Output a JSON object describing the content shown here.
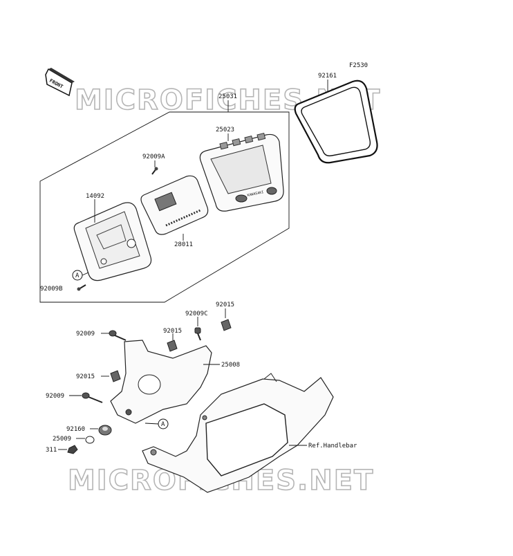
{
  "figure_code": "F2530",
  "front_tag": "FRONT",
  "watermark": "MICROFICHES.NET",
  "ref_label": "Ref.Handlebar",
  "callouts": {
    "p92161": "92161",
    "p25031": "25031",
    "p25023": "25023",
    "p92009A": "92009A",
    "p14092": "14092",
    "p28011": "28011",
    "p92009B": "92009B",
    "p92009C": "92009C",
    "p92015a": "92015",
    "p92009a": "92009",
    "p92015b": "92015",
    "p25008": "25008",
    "p92015c": "92015",
    "p92009b": "92009",
    "p92160": "92160",
    "p25009": "25009",
    "p311": "311"
  },
  "markers": {
    "a1": "A",
    "a2": "A"
  },
  "display_logo": "KAWASAKI"
}
